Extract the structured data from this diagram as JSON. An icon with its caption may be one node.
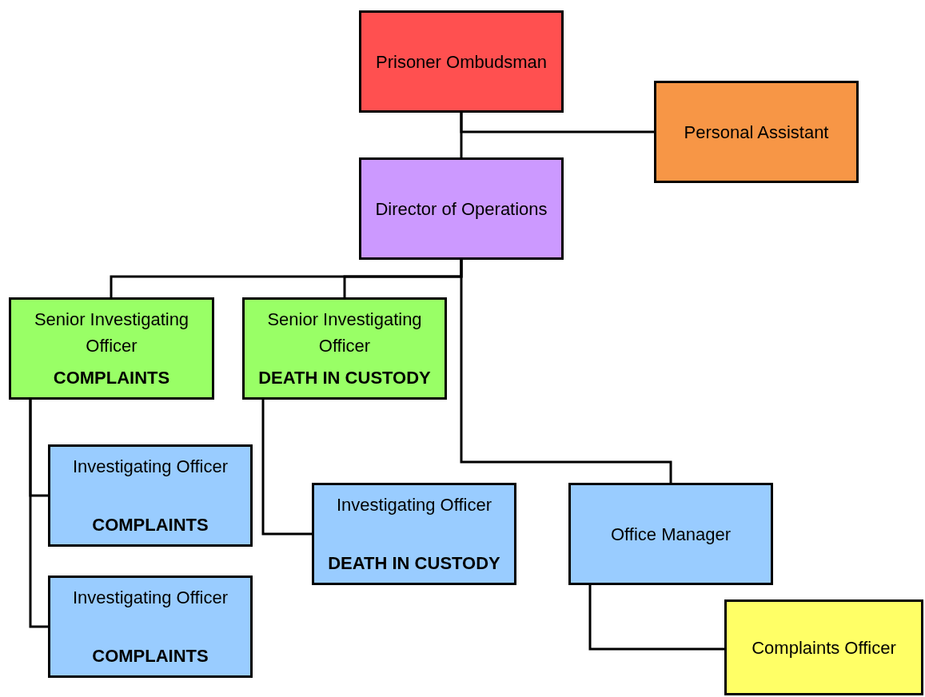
{
  "diagram": {
    "nodes": [
      {
        "text": [
          "Prisoner Ombudsman"
        ]
      },
      {
        "text": [
          "Personal Assistant"
        ]
      },
      {
        "text": [
          "Director of Operations"
        ]
      },
      {
        "text": [
          "Senior Investigating Officer",
          "COMPLAINTS"
        ]
      },
      {
        "text": [
          "Senior Investigating Officer",
          "DEATH IN CUSTODY"
        ]
      },
      {
        "text": [
          "Investigating Officer",
          "COMPLAINTS"
        ]
      },
      {
        "text": [
          "Investigating Officer",
          "COMPLAINTS"
        ]
      },
      {
        "text": [
          "Investigating Officer",
          "DEATH IN CUSTODY"
        ]
      },
      {
        "text": [
          "Office Manager"
        ]
      },
      {
        "text": [
          "Complaints Officer"
        ]
      }
    ],
    "edges": [
      {
        "from": 0,
        "to": 2,
        "arrow": "none"
      },
      {
        "from": 0,
        "to": 1,
        "arrow": "none"
      },
      {
        "from": 2,
        "to": 3,
        "arrow": "none"
      },
      {
        "from": 2,
        "to": 4,
        "arrow": "none"
      },
      {
        "from": 2,
        "to": 8,
        "arrow": "none"
      },
      {
        "from": 3,
        "to": 5,
        "arrow": "none"
      },
      {
        "from": 3,
        "to": 6,
        "arrow": "none"
      },
      {
        "from": 4,
        "to": 7,
        "arrow": "none"
      },
      {
        "from": 8,
        "to": 9,
        "arrow": "none"
      }
    ]
  }
}
